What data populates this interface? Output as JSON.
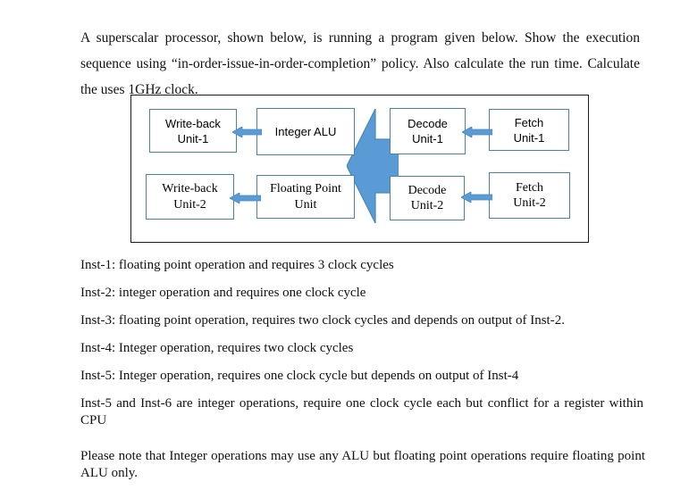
{
  "document": {
    "intro": "A superscalar processor, shown below, is running a program given below. Show the execution sequence using “in-order-issue-in-order-completion” policy. Also calculate the run time. Calculate the uses 1GHz clock.",
    "note": "Please note that Integer operations may use any ALU but floating point operations require floating point ALU only."
  },
  "diagram": {
    "frame_border_color": "#1a1a1a",
    "box_border_color": "#4a7fb5",
    "arrow_color": "#5b9bd5",
    "arrow_stroke_color": "#3f7cb5",
    "big_arrow_name": "issue-dispatch-arrow",
    "boxes": [
      {
        "id": "wb1",
        "line1": "Write-back",
        "line2": "Unit-1"
      },
      {
        "id": "ialu",
        "line1": "Integer ALU",
        "line2": ""
      },
      {
        "id": "dec1",
        "line1": "Decode",
        "line2": "Unit-1"
      },
      {
        "id": "fetch1",
        "line1": "Fetch",
        "line2": "Unit-1"
      },
      {
        "id": "wb2",
        "line1": "Write-back",
        "line2": "Unit-2"
      },
      {
        "id": "fpu",
        "line1": "Floating Point",
        "line2": "Unit"
      },
      {
        "id": "dec2",
        "line1": "Decode",
        "line2": "Unit-2"
      },
      {
        "id": "fetch2",
        "line1": "Fetch",
        "line2": "Unit-2"
      }
    ]
  },
  "instructions": [
    {
      "text": "Inst-1: floating point operation and requires 3 clock cycles"
    },
    {
      "text": "Inst-2: integer operation and requires one clock cycle"
    },
    {
      "text": "Inst-3: floating point operation, requires two clock cycles and depends on output of Inst-2."
    },
    {
      "text": "Inst-4: Integer operation, requires two clock cycles"
    },
    {
      "text": "Inst-5: Integer operation, requires one clock cycle but depends on output of Inst-4"
    },
    {
      "text": "Inst-5 and Inst-6 are integer operations, require one clock cycle each but conflict for a register within CPU"
    }
  ]
}
